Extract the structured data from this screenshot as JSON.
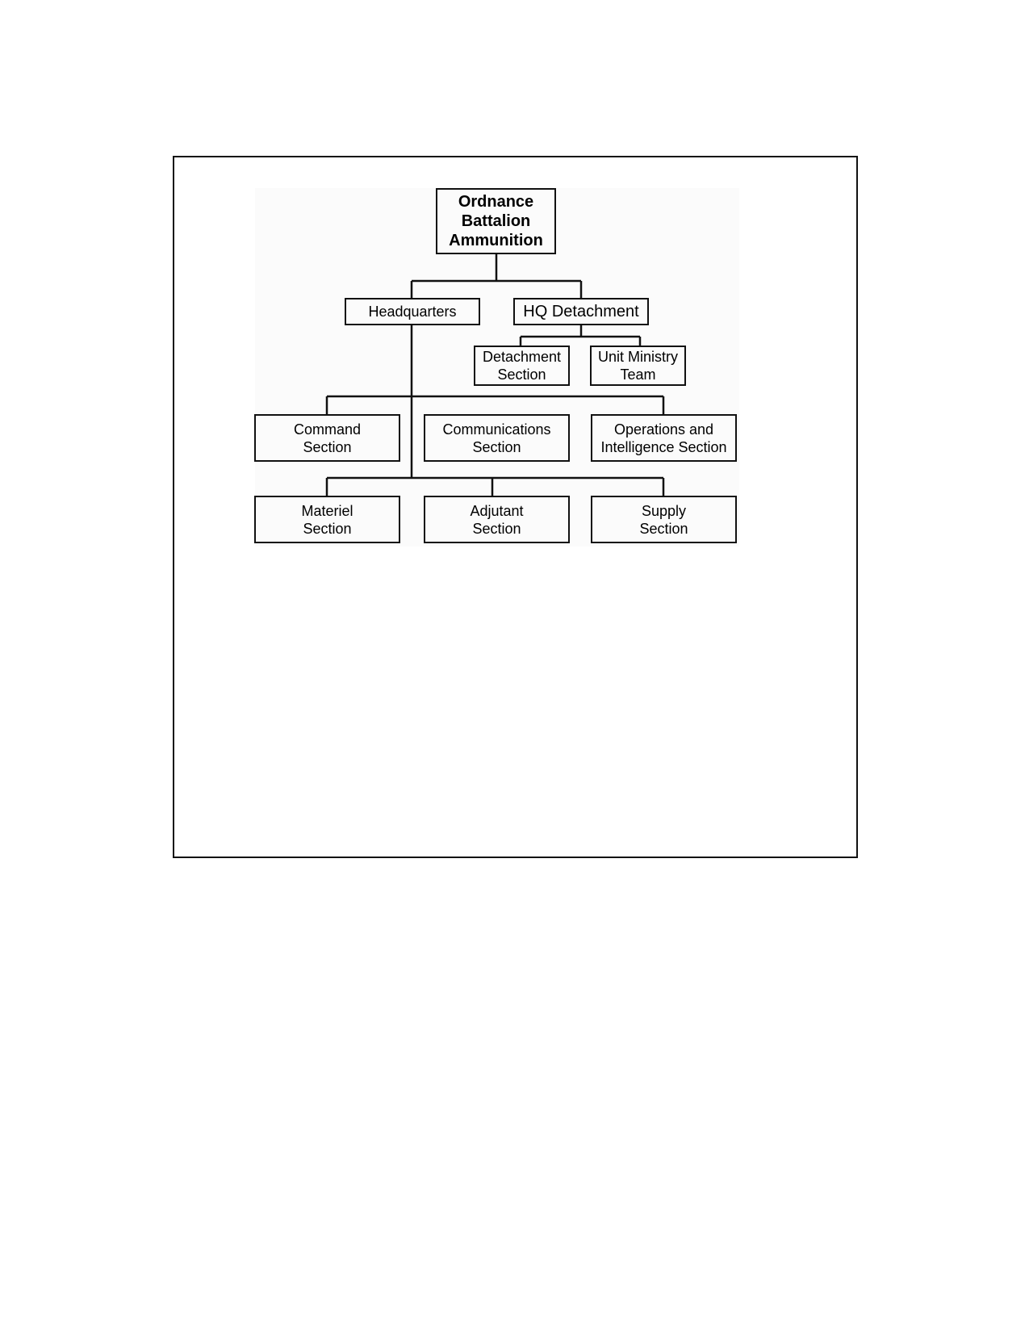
{
  "org_chart": {
    "root": {
      "label": "Ordnance\nBattalion\nAmmunition"
    },
    "headquarters": {
      "label": "Headquarters"
    },
    "hq_detachment": {
      "label": "HQ Detachment"
    },
    "detachment_section": {
      "label": "Detachment\nSection"
    },
    "unit_ministry_team": {
      "label": "Unit Ministry\nTeam"
    },
    "command_section": {
      "label": "Command\nSection"
    },
    "communications_section": {
      "label": "Communications\nSection"
    },
    "operations_intelligence_section": {
      "label": "Operations and\nIntelligence Section"
    },
    "materiel_section": {
      "label": "Materiel\nSection"
    },
    "adjutant_section": {
      "label": "Adjutant\nSection"
    },
    "supply_section": {
      "label": "Supply\nSection"
    }
  },
  "colors": {
    "line": "#111111",
    "box_fill": "#fbfbfb",
    "page": "#ffffff"
  }
}
